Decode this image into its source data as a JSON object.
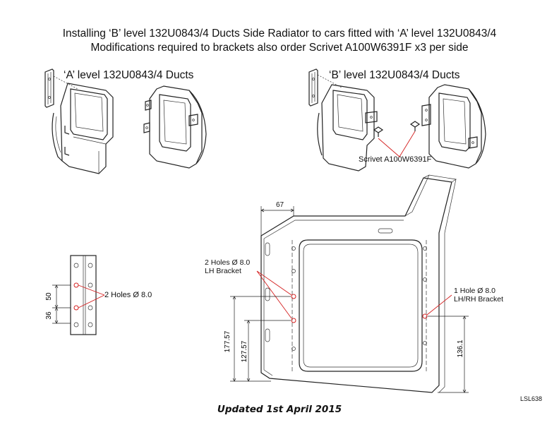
{
  "header": {
    "line1": "Installing ‘B’ level 132U0843/4 Ducts Side Radiator to cars fitted with ‘A’ level 132U0843/4",
    "line2": "Modifications required to brackets also order Scrivet A100W6391F x3 per side"
  },
  "sections": {
    "a_level": "‘A’ level 132U0843/4 Ducts",
    "b_level": "‘B’ level 132U0843/4 Ducts",
    "scrivet": "Scrivet A100W6391F"
  },
  "small_bracket": {
    "holes_label": "2 Holes Ø 8.0",
    "dim_upper": "50",
    "dim_lower": "36"
  },
  "main_bracket": {
    "top_dim": "67",
    "lh_holes_label_1": "2 Holes Ø 8.0",
    "lh_holes_label_2": "LH Bracket",
    "rh_hole_label_1": "1 Hole Ø 8.0",
    "rh_hole_label_2": "LH/RH Bracket",
    "dim_177": "177.57",
    "dim_127": "127.57",
    "dim_136": "136.1"
  },
  "drawing_ref": "LSL638",
  "footer": "Updated 1st April 2015",
  "colors": {
    "annotation": "#d42020",
    "line": "#222222"
  }
}
